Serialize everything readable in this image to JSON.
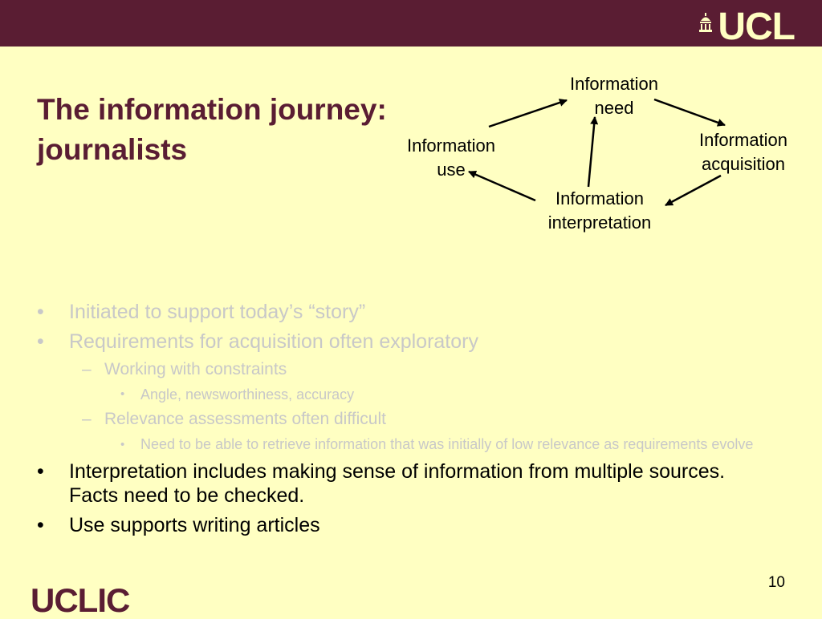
{
  "header": {
    "logo_text": "UCL"
  },
  "slide": {
    "title_line1": "The information journey:",
    "title_line2": "journalists",
    "page_number": "10",
    "footer_logo": "UCLIC"
  },
  "diagram": {
    "need_l1": "Information",
    "need_l2": "need",
    "use_l1": "Information",
    "use_l2": "use",
    "acq_l1": "Information",
    "acq_l2": "acquisition",
    "interp_l1": "Information",
    "interp_l2": "interpretation"
  },
  "bullets": {
    "b1": "Initiated to support today’s “story”",
    "b2": "Requirements for acquisition often exploratory",
    "b2_sub1": "Working with constraints",
    "b2_sub1_sub1": "Angle, newsworthiness, accuracy",
    "b2_sub2": "Relevance assessments often difficult",
    "b2_sub2_sub1": "Need to be able to retrieve information that was initially of low relevance as requirements evolve",
    "b3": "Interpretation includes making sense of information from multiple sources. Facts need to be checked.",
    "b4": "Use supports writing articles"
  }
}
